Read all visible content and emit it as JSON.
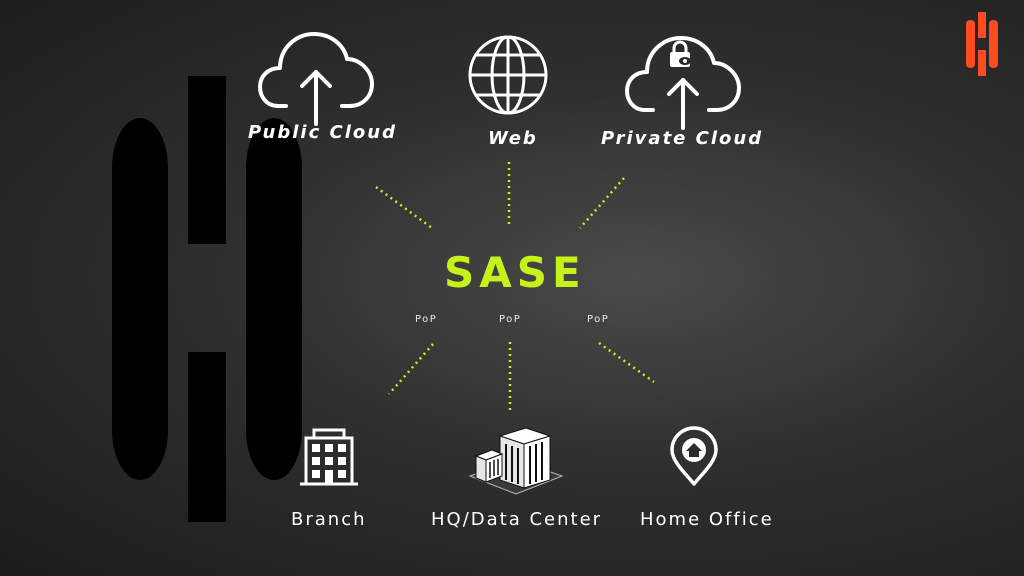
{
  "colors": {
    "accent": "#c6f21a",
    "logo": "#ff4b1f",
    "text": "#ffffff",
    "background": "#2a2a2a"
  },
  "logo": {
    "icon": "brand-logo-icon"
  },
  "center": {
    "title": "SASE"
  },
  "pops": [
    "PoP",
    "PoP",
    "PoP"
  ],
  "top_nodes": [
    {
      "label": "Public Cloud",
      "icon": "cloud-upload-icon"
    },
    {
      "label": "Web",
      "icon": "globe-icon"
    },
    {
      "label": "Private Cloud",
      "icon": "private-cloud-lock-icon"
    }
  ],
  "bottom_nodes": [
    {
      "label": "Branch",
      "icon": "office-building-icon"
    },
    {
      "label": "HQ/Data Center",
      "icon": "data-center-building-icon"
    },
    {
      "label": "Home Office",
      "icon": "home-pin-icon"
    }
  ]
}
